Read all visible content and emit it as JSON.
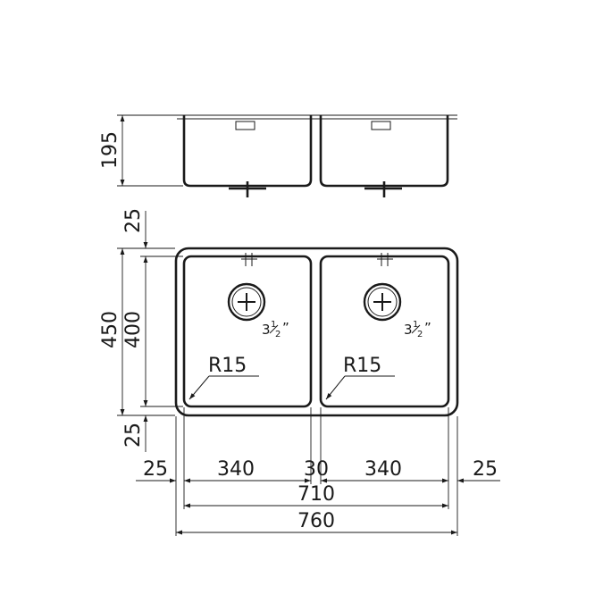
{
  "dimensions": {
    "depth": "195",
    "top_rim": "25",
    "overall_depth": "450",
    "bowl_depth": "400",
    "bottom_rim": "25",
    "left_rim": "25",
    "bowl_width_left": "340",
    "center_divider": "30",
    "bowl_width_right": "340",
    "right_rim": "25",
    "inner_width": "710",
    "overall_width": "760"
  },
  "labels": {
    "radius_left": "R15",
    "radius_right": "R15",
    "drain_left_whole": "3",
    "drain_left_num": "1",
    "drain_left_den": "2",
    "drain_left_mark": "”",
    "drain_right_whole": "3",
    "drain_right_num": "1",
    "drain_right_den": "2",
    "drain_right_mark": "”"
  }
}
